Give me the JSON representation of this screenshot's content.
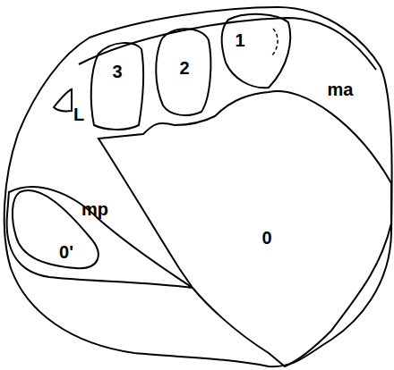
{
  "diagram": {
    "nodes": [
      {
        "text": [
          "3"
        ]
      },
      {
        "text": [
          "2"
        ]
      },
      {
        "text": [
          "1"
        ]
      },
      {
        "text": [
          "0"
        ]
      },
      {
        "text": [
          "0'"
        ]
      }
    ],
    "labels": [
      "L",
      "ma",
      "mp"
    ]
  }
}
